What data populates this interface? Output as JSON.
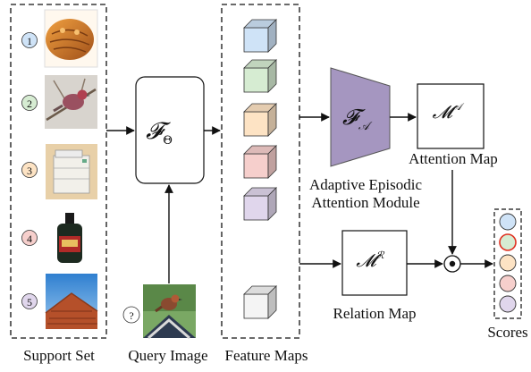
{
  "support_set": {
    "label": "Support Set",
    "items": [
      {
        "number": "1",
        "circle_color": "#cfe3f7",
        "image": "bread-photo"
      },
      {
        "number": "2",
        "circle_color": "#d6ecd2",
        "image": "bird-on-branch-photo"
      },
      {
        "number": "3",
        "circle_color": "#fde3c4",
        "image": "photocopier-photo"
      },
      {
        "number": "4",
        "circle_color": "#f6cfcc",
        "image": "bottle-photo"
      },
      {
        "number": "5",
        "circle_color": "#e0d6ec",
        "image": "rooftop-photo"
      }
    ]
  },
  "query": {
    "number": "?",
    "label": "Query Image",
    "image": "bird-on-roof-photo"
  },
  "embedding": {
    "symbol": "𝓕",
    "subscript": "Θ"
  },
  "feature_maps": {
    "label": "Feature Maps",
    "cube_colors": [
      "#cfe3f7",
      "#d6ecd2",
      "#fde3c4",
      "#f6cfcc",
      "#e0d6ec",
      "#f4f4f4"
    ]
  },
  "attention_module": {
    "symbol": "𝓕",
    "subscript": "𝒜",
    "label_line1": "Adaptive Episodic",
    "label_line2": "Attention Module",
    "fill": "#a596c0"
  },
  "attention_map": {
    "symbol": "𝓜",
    "superscript": "𝒜",
    "label": "Attention Map"
  },
  "relation_map": {
    "symbol": "𝓜",
    "superscript": "ℛ",
    "label": "Relation Map"
  },
  "scores": {
    "label": "Scores",
    "colors": [
      "#cfe3f7",
      "#d6ecd2",
      "#fde3c4",
      "#f6cfcc",
      "#e0d6ec"
    ],
    "highlight_border": "#e03020"
  },
  "operator": {
    "symbol": "⊙"
  }
}
